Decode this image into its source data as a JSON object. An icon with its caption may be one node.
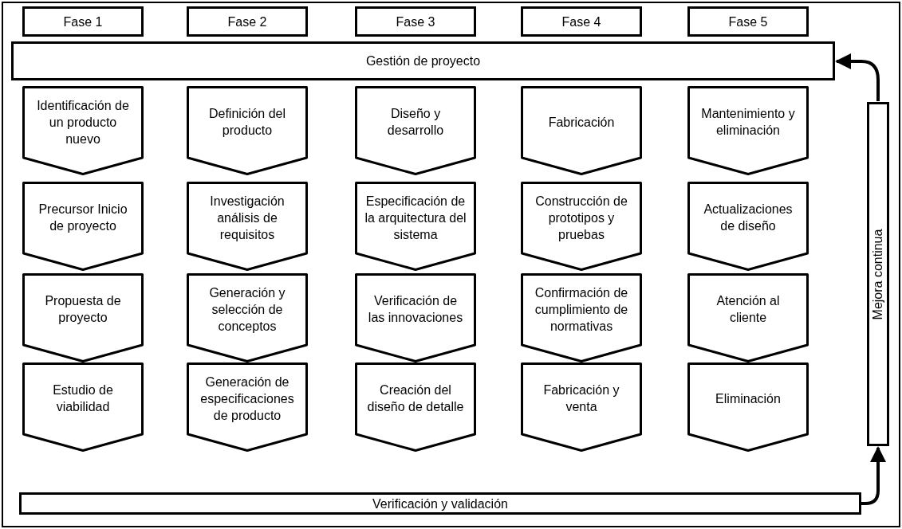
{
  "diagram": {
    "nodes": [
      {
        "text": [
          "Fase 1"
        ]
      },
      {
        "text": [
          "Fase 2"
        ]
      },
      {
        "text": [
          "Fase 3"
        ]
      },
      {
        "text": [
          "Fase 4"
        ]
      },
      {
        "text": [
          "Fase 5"
        ]
      },
      {
        "text": [
          "Gestión de proyecto"
        ]
      },
      {
        "text": [
          "Identificación de un producto nuevo"
        ]
      },
      {
        "text": [
          "Definición del producto"
        ]
      },
      {
        "text": [
          "Diseño y desarrollo"
        ]
      },
      {
        "text": [
          "Fabricación"
        ]
      },
      {
        "text": [
          "Mantenimiento y eliminación"
        ]
      },
      {
        "text": [
          "Precursor Inicio de proyecto"
        ]
      },
      {
        "text": [
          "Investigación análisis de requisitos"
        ]
      },
      {
        "text": [
          "Especificación de la arquitectura del sistema"
        ]
      },
      {
        "text": [
          "Construcción de prototipos y pruebas"
        ]
      },
      {
        "text": [
          "Actualizaciones de diseño"
        ]
      },
      {
        "text": [
          "Propuesta de proyecto"
        ]
      },
      {
        "text": [
          "Generación y selección de conceptos"
        ]
      },
      {
        "text": [
          "Verificación de las innovaciones"
        ]
      },
      {
        "text": [
          "Confirmación de cumplimiento de normativas"
        ]
      },
      {
        "text": [
          "Atención al cliente"
        ]
      },
      {
        "text": [
          "Estudio de viabilidad"
        ]
      },
      {
        "text": [
          "Generación de especificaciones de producto"
        ]
      },
      {
        "text": [
          "Creación del diseño de detalle"
        ]
      },
      {
        "text": [
          "Fabricación y venta"
        ]
      },
      {
        "text": [
          "Eliminación"
        ]
      },
      {
        "text": [
          "Mejora continua"
        ]
      },
      {
        "text": [
          "Verificación y validación"
        ]
      }
    ],
    "edges": [
      {
        "from": 27,
        "to": 26,
        "arrow": "to"
      },
      {
        "from": 26,
        "to": 5,
        "arrow": "to"
      }
    ]
  }
}
